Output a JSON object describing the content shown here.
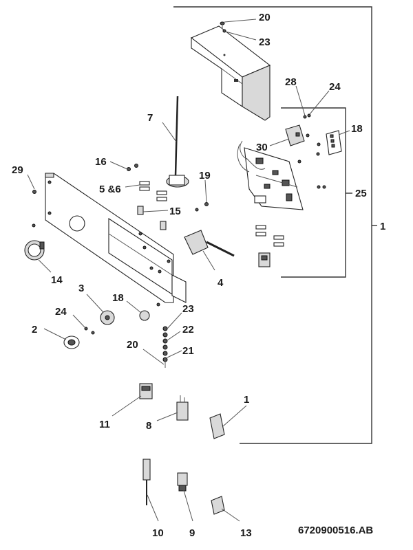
{
  "diagram": {
    "reference_code": "6720900516.AB",
    "callouts": {
      "c20_top": "20",
      "c23_top": "23",
      "c28": "28",
      "c24_top": "24",
      "c7": "7",
      "c18_top": "18",
      "c30": "30",
      "c16": "16",
      "c29": "29",
      "c19": "19",
      "c5_6": "5 &6",
      "c25": "25",
      "c15": "15",
      "c1_main": "1",
      "c4": "4",
      "c14": "14",
      "c3": "3",
      "c18_mid": "18",
      "c23_mid": "23",
      "c24_mid": "24",
      "c22": "22",
      "c2": "2",
      "c20_mid": "20",
      "c21": "21",
      "c1_small": "1",
      "c11": "11",
      "c8": "8",
      "c10": "10",
      "c9": "9",
      "c13": "13"
    }
  }
}
